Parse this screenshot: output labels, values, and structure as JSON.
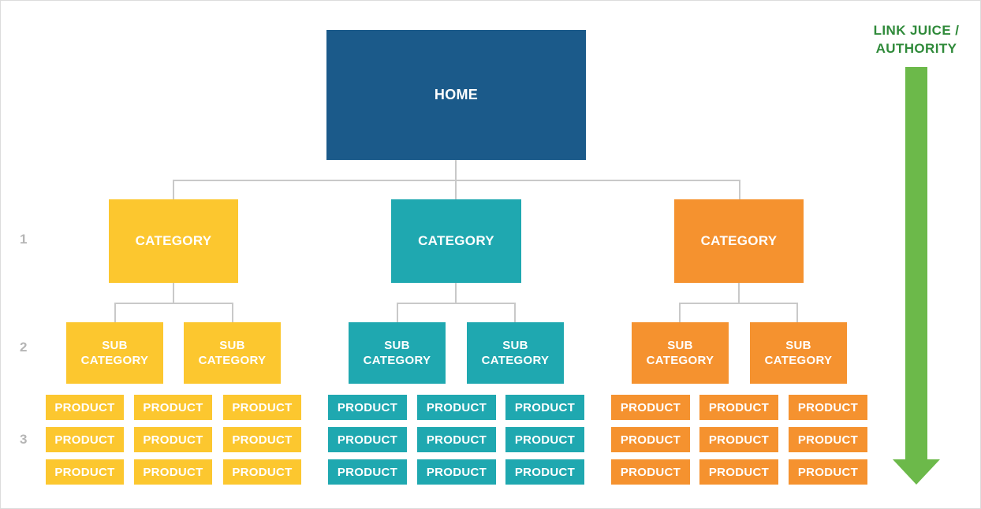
{
  "home": {
    "label": "HOME"
  },
  "categories": [
    {
      "label": "CATEGORY",
      "color": "#fcc72f"
    },
    {
      "label": "CATEGORY",
      "color": "#1fa8b0"
    },
    {
      "label": "CATEGORY",
      "color": "#f5922f"
    }
  ],
  "subcategory": {
    "line1": "SUB",
    "line2": "CATEGORY"
  },
  "product": {
    "label": "PRODUCT"
  },
  "levels": [
    "1",
    "2",
    "3"
  ],
  "authority": {
    "line1": "LINK JUICE /",
    "line2": "AUTHORITY",
    "color": "#2f8a3a",
    "arrow_color": "#6cb94a"
  },
  "colors": {
    "home": "#1b5a8a",
    "connector": "#c9c9c9"
  }
}
